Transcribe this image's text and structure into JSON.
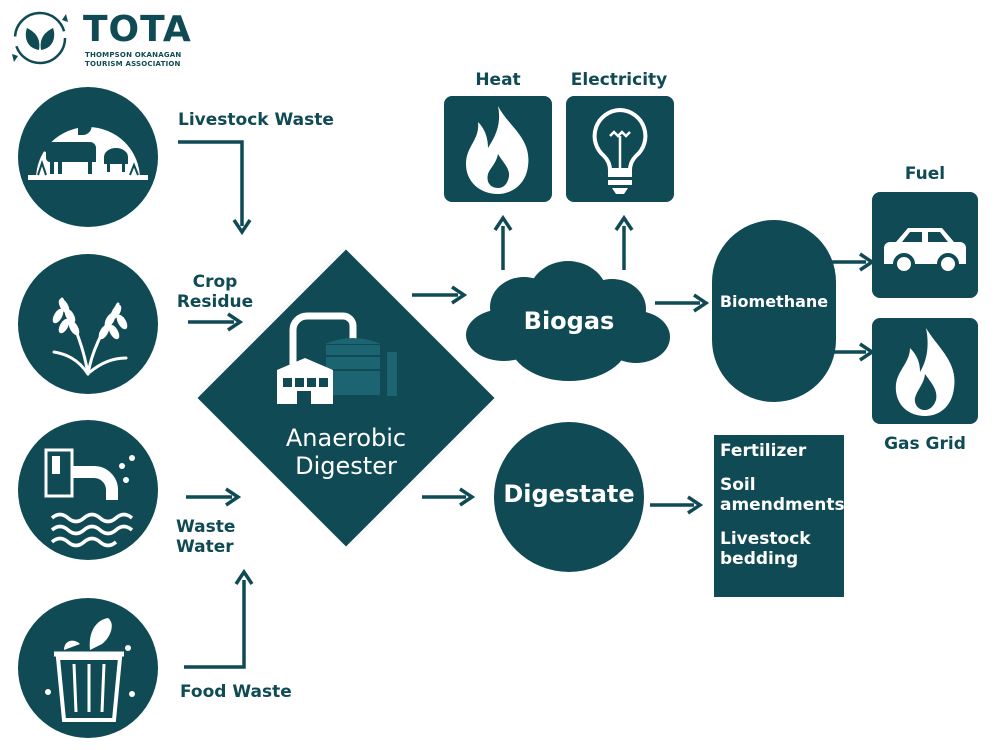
{
  "logo": {
    "name": "TOTA",
    "subtitle_line1": "THOMPSON OKANAGAN",
    "subtitle_line2": "TOURISM ASSOCIATION"
  },
  "inputs": {
    "livestock": "Livestock Waste",
    "crop": "Crop\nResidue",
    "water": "Waste\nWater",
    "food": "Food Waste"
  },
  "digester": "Anaerobic\nDigester",
  "biogas": "Biogas",
  "heat": "Heat",
  "electricity": "Electricity",
  "biomethane": "Biomethane",
  "fuel": "Fuel",
  "gas_grid": "Gas Grid",
  "digestate": "Digestate",
  "digestate_uses": [
    "Fertilizer",
    "Soil\namendments",
    "Livestock\nbedding"
  ],
  "colors": {
    "primary": "#0f4a55",
    "background": "#ffffff",
    "icon": "#ffffff"
  }
}
